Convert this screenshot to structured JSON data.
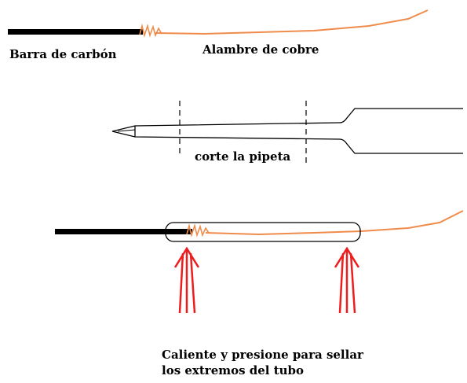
{
  "labels": {
    "carbon_rod": "Barra de carbón",
    "copper_wire": "Alambre de cobre",
    "cut_pipette": "corte la pipeta",
    "heat_line1": "Caliente y presione para sellar",
    "heat_line2": "los extremos del tubo"
  },
  "colors": {
    "carbon_rod": "#000000",
    "copper_wire": "#f08c4b",
    "arrow": "#ee1c1c",
    "outline": "#000000",
    "background": "#ffffff"
  }
}
